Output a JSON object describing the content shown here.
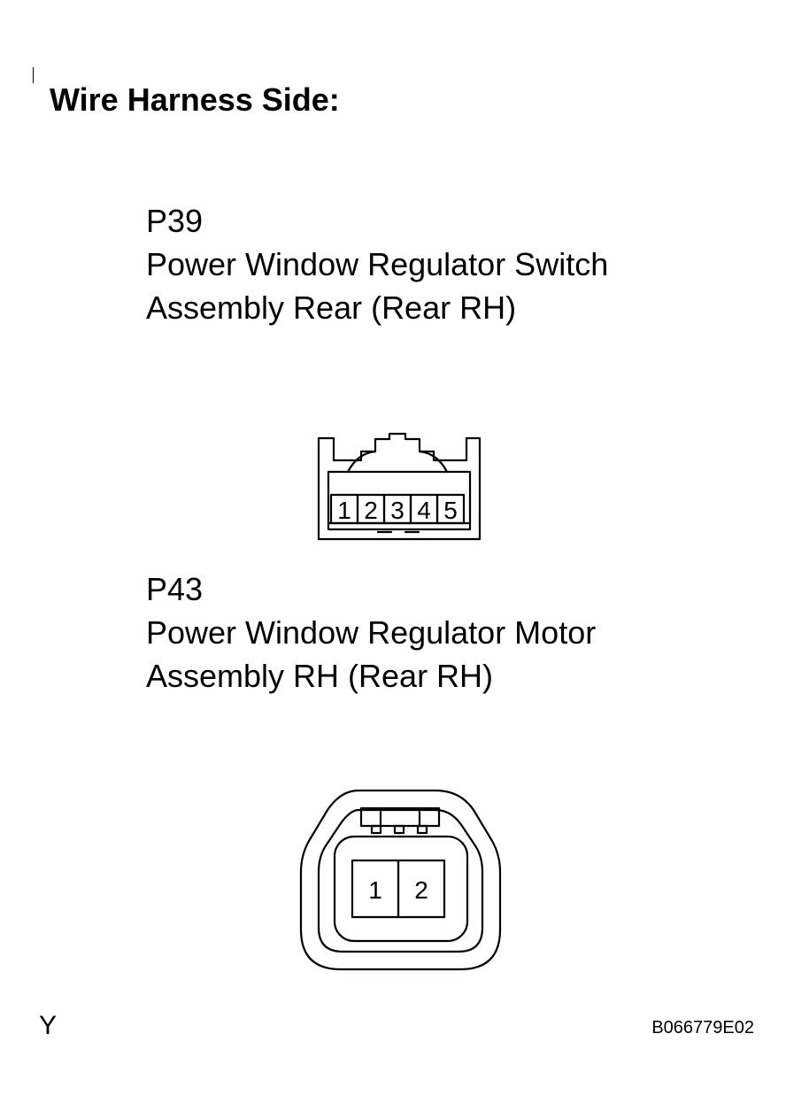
{
  "heading": "Wire Harness Side:",
  "connectors": [
    {
      "code": "P39",
      "name_line1": "Power Window Regulator Switch",
      "name_line2": "Assembly Rear (Rear RH)",
      "pins": [
        "1",
        "2",
        "3",
        "4",
        "5"
      ]
    },
    {
      "code": "P43",
      "name_line1": "Power Window Regulator Motor",
      "name_line2": "Assembly RH (Rear RH)",
      "pins": [
        "1",
        "2"
      ]
    }
  ],
  "corner_mark": "Y",
  "figure_id": "B066779E02"
}
